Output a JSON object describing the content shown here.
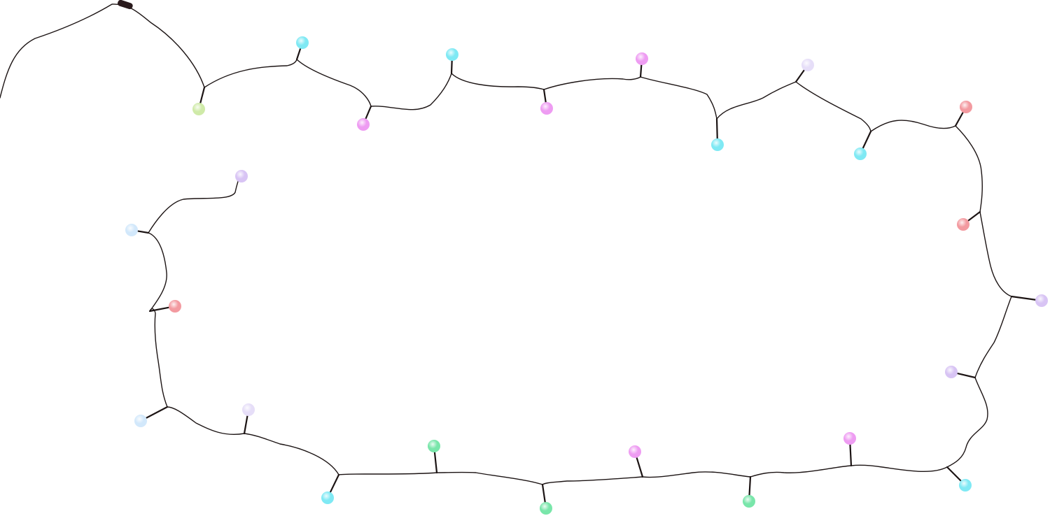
{
  "photo": {
    "subject": "string-lights",
    "background_color": "#ffffff",
    "wire_color": "#1c1414",
    "bulb_colors": {
      "cyan": "#7fe9f4",
      "pink": "#ee9cf2",
      "lavender": "#d8c4f4",
      "light-lavender": "#e6def8",
      "red": "#f39aa0",
      "green": "#79e6aa",
      "lime": "#cfeaa8",
      "ice": "#d2e8fb"
    },
    "bulbs": [
      {
        "color": "lime"
      },
      {
        "color": "cyan"
      },
      {
        "color": "pink"
      },
      {
        "color": "cyan"
      },
      {
        "color": "pink"
      },
      {
        "color": "pink"
      },
      {
        "color": "cyan"
      },
      {
        "color": "light-lavender"
      },
      {
        "color": "cyan"
      },
      {
        "color": "red"
      },
      {
        "color": "red"
      },
      {
        "color": "lavender"
      },
      {
        "color": "lavender"
      },
      {
        "color": "cyan"
      },
      {
        "color": "pink"
      },
      {
        "color": "green"
      },
      {
        "color": "pink"
      },
      {
        "color": "green"
      },
      {
        "color": "green"
      },
      {
        "color": "cyan"
      },
      {
        "color": "light-lavender"
      },
      {
        "color": "ice"
      },
      {
        "color": "red"
      },
      {
        "color": "ice"
      },
      {
        "color": "lavender"
      }
    ]
  }
}
